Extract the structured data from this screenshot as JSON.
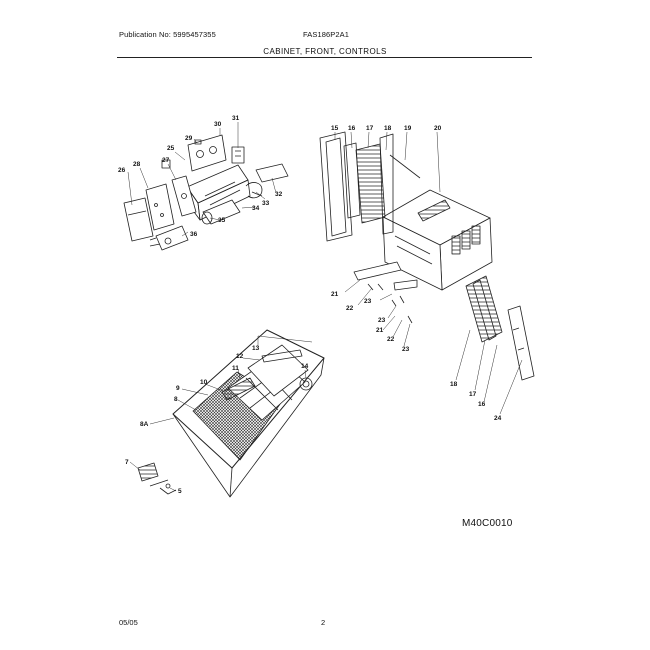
{
  "header": {
    "publication": "Publication No: 5995457355",
    "model": "FAS186P2A1",
    "section_title": "CABINET, FRONT, CONTROLS"
  },
  "diagram": {
    "drawing_code": "M40C0010",
    "callouts": {
      "c15a": "15",
      "c16a": "16",
      "c17a": "17",
      "c18a": "18",
      "c19": "19",
      "c20": "20",
      "c21a": "21",
      "c21b": "21",
      "c22a": "22",
      "c22b": "22",
      "c23a": "23",
      "c23b": "23",
      "c23c": "23",
      "c18b": "18",
      "c17b": "17",
      "c16b": "16",
      "c24": "24",
      "c26": "26",
      "c28": "28",
      "c27": "27",
      "c25": "25",
      "c29": "29",
      "c30": "30",
      "c31": "31",
      "c32": "32",
      "c33": "33",
      "c34": "34",
      "c35": "35",
      "c36": "36",
      "c13": "13",
      "c12": "12",
      "c14": "14",
      "c11": "11",
      "c10": "10",
      "c9": "9",
      "c8": "8",
      "c8a": "8A",
      "c7": "7",
      "c5": "5"
    }
  },
  "footer": {
    "date": "05/05",
    "page": "2"
  }
}
